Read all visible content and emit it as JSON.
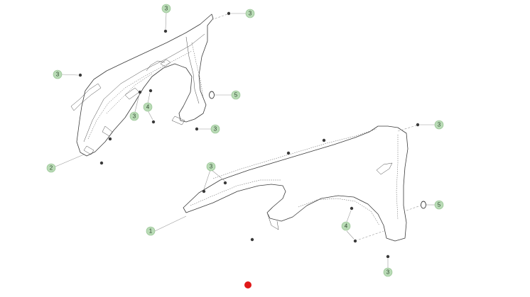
{
  "diagram": {
    "callouts": [
      {
        "id": "c1",
        "label": "3"
      },
      {
        "id": "c2",
        "label": "3"
      },
      {
        "id": "c3",
        "label": "3"
      },
      {
        "id": "c4",
        "label": "5"
      },
      {
        "id": "c5",
        "label": "3"
      },
      {
        "id": "c6",
        "label": "4"
      },
      {
        "id": "c7",
        "label": "3"
      },
      {
        "id": "c8",
        "label": "2"
      },
      {
        "id": "c9",
        "label": "3"
      },
      {
        "id": "c10",
        "label": "3"
      },
      {
        "id": "c11",
        "label": "1"
      },
      {
        "id": "c12",
        "label": "5"
      },
      {
        "id": "c13",
        "label": "4"
      },
      {
        "id": "c14",
        "label": "3"
      }
    ]
  },
  "colors": {
    "callout_fill": "#b9dbb6",
    "line": "#3a3a3a",
    "page_indicator": "#e01818"
  }
}
